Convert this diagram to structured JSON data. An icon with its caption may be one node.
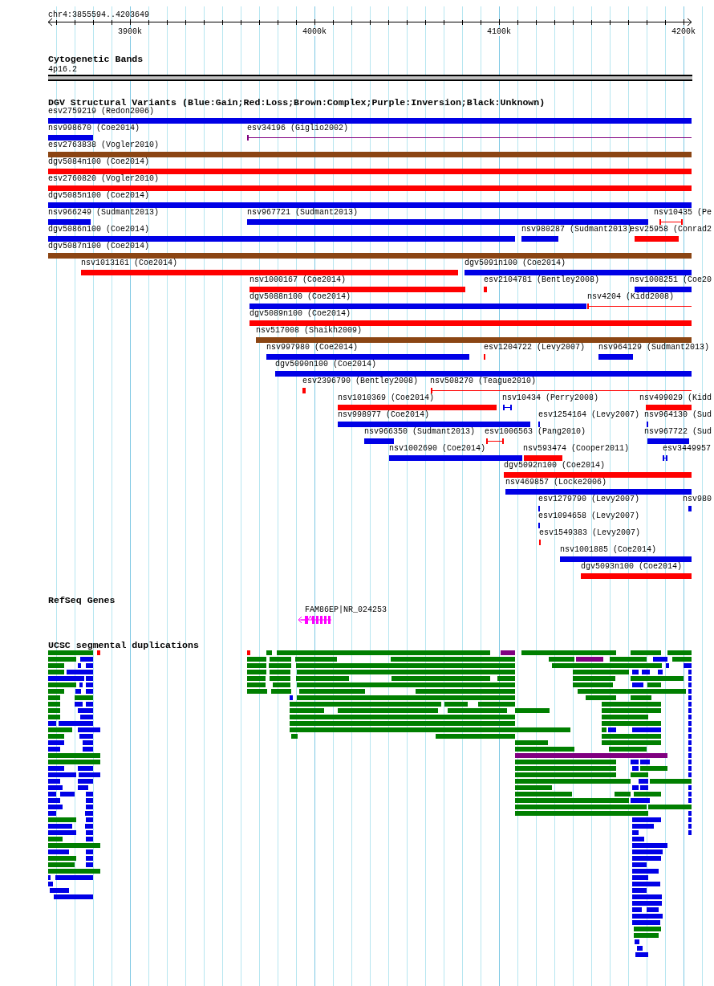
{
  "diagram": {
    "labels": [
      "chr4:3855594..4203649",
      "3900k",
      "4000k",
      "4100k",
      "4200k",
      "Cytogenetic Bands",
      "4p16.2",
      "DGV Structural Variants (Blue:Gain;Red:Loss;Brown:Complex;Purple:Inversion;Black:Unknown)",
      "esv2759219 (Redon2006)",
      "nsv998670 (Coe2014)",
      "esv34196 (Giglio2002)",
      "esv2763838 (Vogler2010)",
      "dgv5084n100 (Coe2014)",
      "esv2760820 (Vogler2010)",
      "dgv5085n100 (Coe2014)",
      "nsv966249 (Sudmant2013)",
      "nsv967721 (Sudmant2013)",
      "nsv10435 (Pe",
      "dgv5086n100 (Coe2014)",
      "nsv980287 (Sudmant2013)",
      "esv25958 (Conrad2",
      "dgv5087n100 (Coe2014)",
      "nsv1013161 (Coe2014)",
      "dgv5091n100 (Coe2014)",
      "nsv1000167 (Coe2014)",
      "esv2104781 (Bentley2008)",
      "nsv1008251 (Coe20",
      "dgv5088n100 (Coe2014)",
      "nsv4204 (Kidd2008)",
      "dgv5089n100 (Coe2014)",
      "nsv517008 (Shaikh2009)",
      "nsv997980 (Coe2014)",
      "esv1204722 (Levy2007)",
      "nsv964129 (Sudmant2013)",
      "dgv5090n100 (Coe2014)",
      "esv2396790 (Bentley2008)",
      "nsv508270 (Teague2010)",
      "nsv1010369 (Coe2014)",
      "nsv10434 (Perry2008)",
      "nsv499029 (Kidd",
      "nsv998977 (Coe2014)",
      "esv1254164 (Levy2007)",
      "nsv964130 (Sud",
      "nsv966350 (Sudmant2013)",
      "esv1006563 (Pang2010)",
      "nsv967722 (Sud",
      "nsv1002690 (Coe2014)",
      "nsv593474 (Cooper2011)",
      "esv3449957",
      "dgv5092n100 (Coe2014)",
      "nsv469857 (Locke2006)",
      "esv1279790 (Levy2007)",
      "nsv980",
      "esv1094658 (Levy2007)",
      "esv1549383 (Levy2007)",
      "nsv1001885 (Coe2014)",
      "dgv5093n100 (Coe2014)",
      "RefSeq Genes",
      "FAM86EP|NR_024253",
      "UCSC segmental duplications"
    ]
  }
}
